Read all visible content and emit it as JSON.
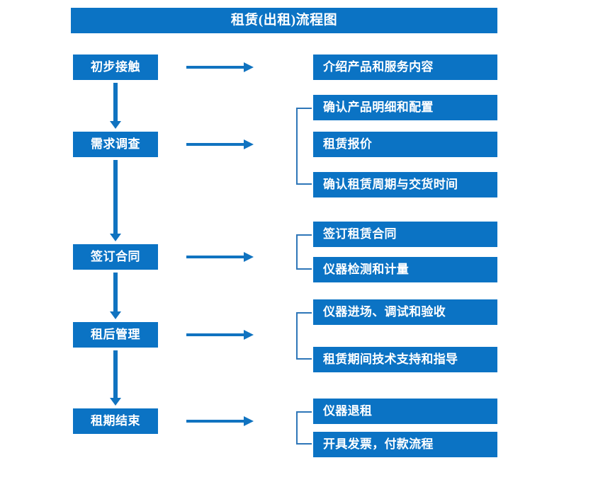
{
  "diagram": {
    "title": "租赁(出租)流程图",
    "accent_color": "#0B73C4",
    "arrow_color": "#1073C0",
    "bracket_color": "#2E76B8",
    "text_color": "#FFFFFF",
    "background_color": "#FFFFFF"
  },
  "stages": [
    {
      "label": "初步接触"
    },
    {
      "label": "需求调查"
    },
    {
      "label": "签订合同"
    },
    {
      "label": "租后管理"
    },
    {
      "label": "租期结束"
    }
  ],
  "details": [
    {
      "label": "介绍产品和服务内容"
    },
    {
      "label": "确认产品明细和配置"
    },
    {
      "label": "租赁报价"
    },
    {
      "label": "确认租赁周期与交货时间"
    },
    {
      "label": "签订租赁合同"
    },
    {
      "label": "仪器检测和计量"
    },
    {
      "label": "仪器进场、调试和验收"
    },
    {
      "label": "租赁期间技术支持和指导"
    },
    {
      "label": "仪器退租"
    },
    {
      "label": "开具发票，付款流程"
    }
  ]
}
